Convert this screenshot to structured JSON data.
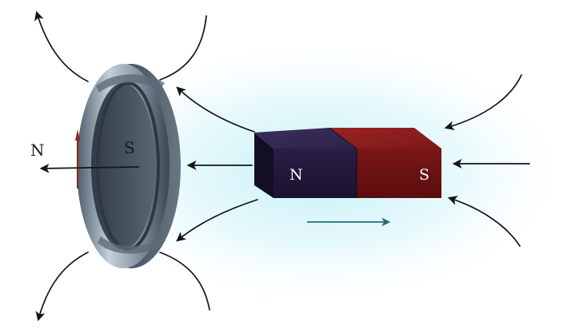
{
  "ring": {
    "pole_outside": "N",
    "pole_inside": "S"
  },
  "magnet": {
    "near_end_label": "N",
    "far_end_label": "S",
    "near_end_color": "#241a3c",
    "far_end_color": "#6e1212"
  },
  "motion_direction": "right",
  "colors": {
    "field_line": "#151515",
    "motion_arrow": "#1f6f7e",
    "current_arrow": "#8b2a1a",
    "background_glow": "#cbf2f8"
  }
}
